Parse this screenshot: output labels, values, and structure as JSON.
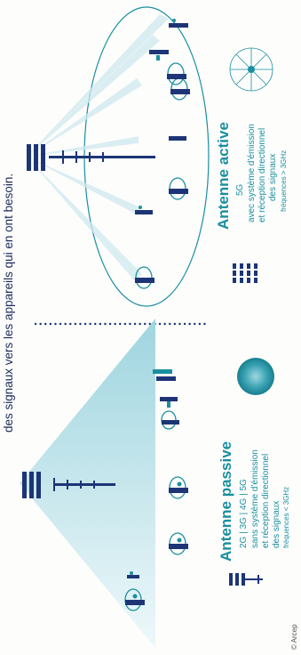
{
  "caption": "des signaux vers les appareils qui en ont besoin.",
  "passive": {
    "title": "Antenne passive",
    "generations": "2G | 3G | 4G | 5G",
    "desc_line1": "sans système d'émission",
    "desc_line2": "et réception directionnel",
    "desc_line3": "des signaux",
    "freq": "fréquences < 3GHz"
  },
  "active": {
    "title": "Antenne active",
    "generations": "5G",
    "desc_line1": "avec système d'émission",
    "desc_line2": "et réception directionnel",
    "desc_line3": "des signaux",
    "freq": "fréquences > 3GHz"
  },
  "credit": "© Arcep",
  "colors": {
    "teal": "#1a8fa0",
    "navy": "#1d3576",
    "beam_light": "#d8eef2",
    "beam_mid": "#a9d9e2"
  },
  "icons": [
    "antenna-tower-icon",
    "person-with-phone-icon",
    "antenna-panel-icon",
    "signal-sphere-icon",
    "radial-beams-icon"
  ]
}
